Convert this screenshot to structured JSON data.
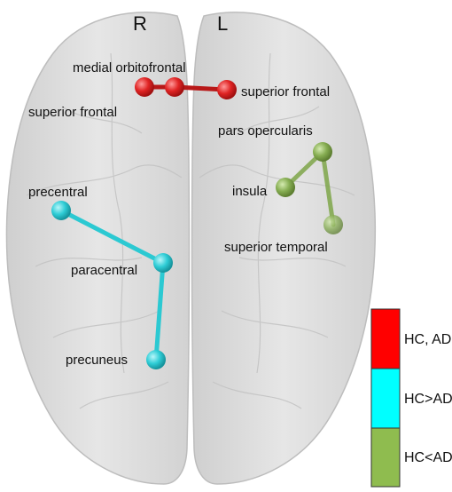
{
  "hemispheres": {
    "right": "R",
    "left": "L"
  },
  "regions": {
    "medial_orbitofrontal": "medial orbitofrontal",
    "superior_frontal_left": "superior frontal",
    "superior_frontal_right": "superior frontal",
    "pars_opercularis": "pars opercularis",
    "insula": "insula",
    "superior_temporal": "superior temporal",
    "precentral": "precentral",
    "paracentral": "paracentral",
    "precuneus": "precuneus"
  },
  "legend": [
    {
      "label": "HC, AD",
      "color": "#ff0000"
    },
    {
      "label": "HC>AD",
      "color": "#00ffff"
    },
    {
      "label": "HC<AD",
      "color": "#8fbc4f"
    }
  ],
  "colors": {
    "red_group": "#d81c1c",
    "cyan_group": "#2bc9d2",
    "green_group": "#7fa64a"
  }
}
